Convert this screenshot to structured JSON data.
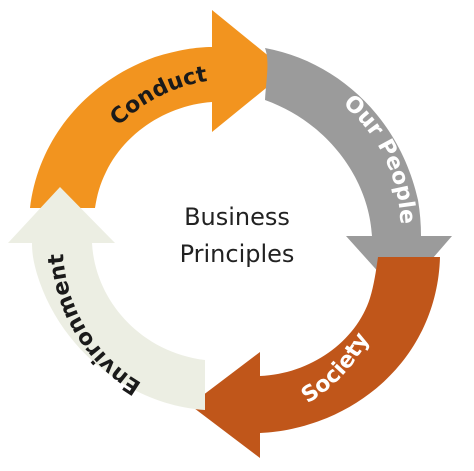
{
  "center": {
    "line1": "Business",
    "line2": "Principles"
  },
  "segments": [
    {
      "label": "Conduct",
      "color": "#F2941F",
      "text_color": "#1a1a1a"
    },
    {
      "label": "Our People",
      "color": "#9B9B9B",
      "text_color": "#ffffff"
    },
    {
      "label": "Society",
      "color": "#C0561A",
      "text_color": "#ffffff"
    },
    {
      "label": "Environment",
      "color": "#ECEEE3",
      "text_color": "#1a1a1a"
    }
  ]
}
